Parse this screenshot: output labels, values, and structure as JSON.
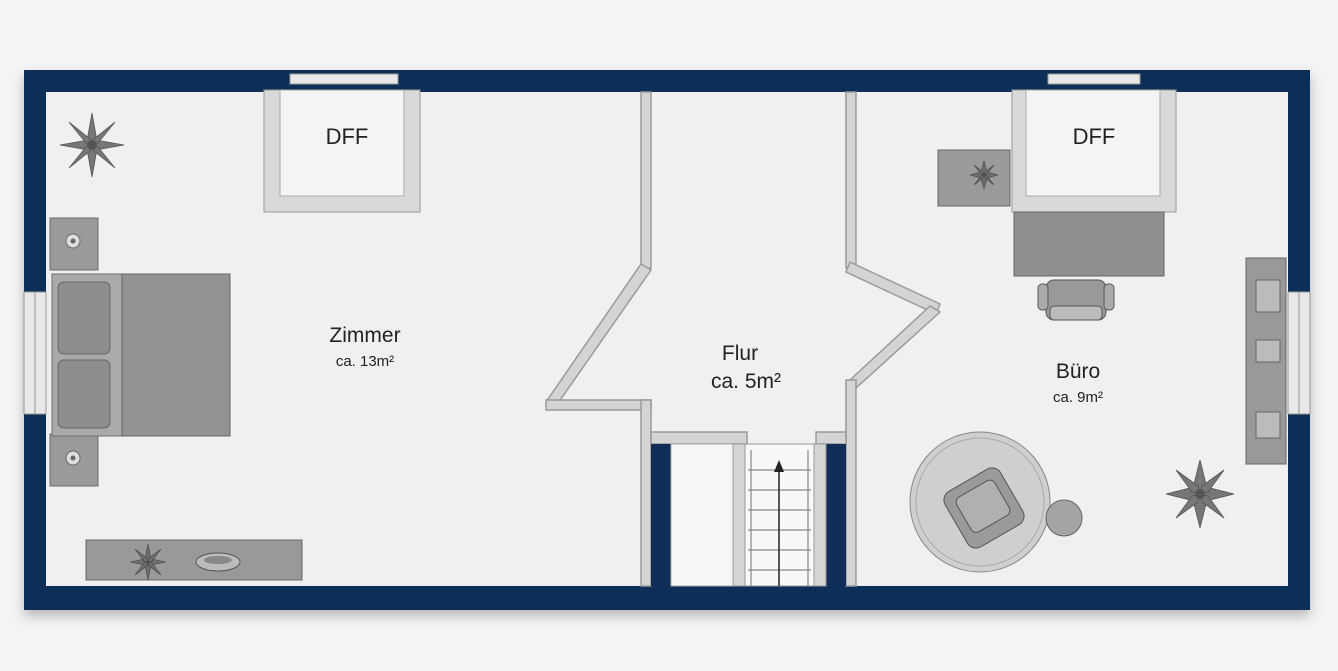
{
  "rooms": {
    "zimmer": {
      "name": "Zimmer",
      "area": "ca. 13m²"
    },
    "flur": {
      "name": "Flur",
      "area": "ca. 5m²"
    },
    "buero": {
      "name": "Büro",
      "area": "ca. 9m²"
    }
  },
  "skylights": {
    "left": {
      "label": "DFF"
    },
    "right": {
      "label": "DFF"
    }
  },
  "colors": {
    "outer_wall": "#0f2d57",
    "inner_wall": "#b9b9b9",
    "floor": "#f0f0f0",
    "furniture": "#8c8c8c"
  }
}
